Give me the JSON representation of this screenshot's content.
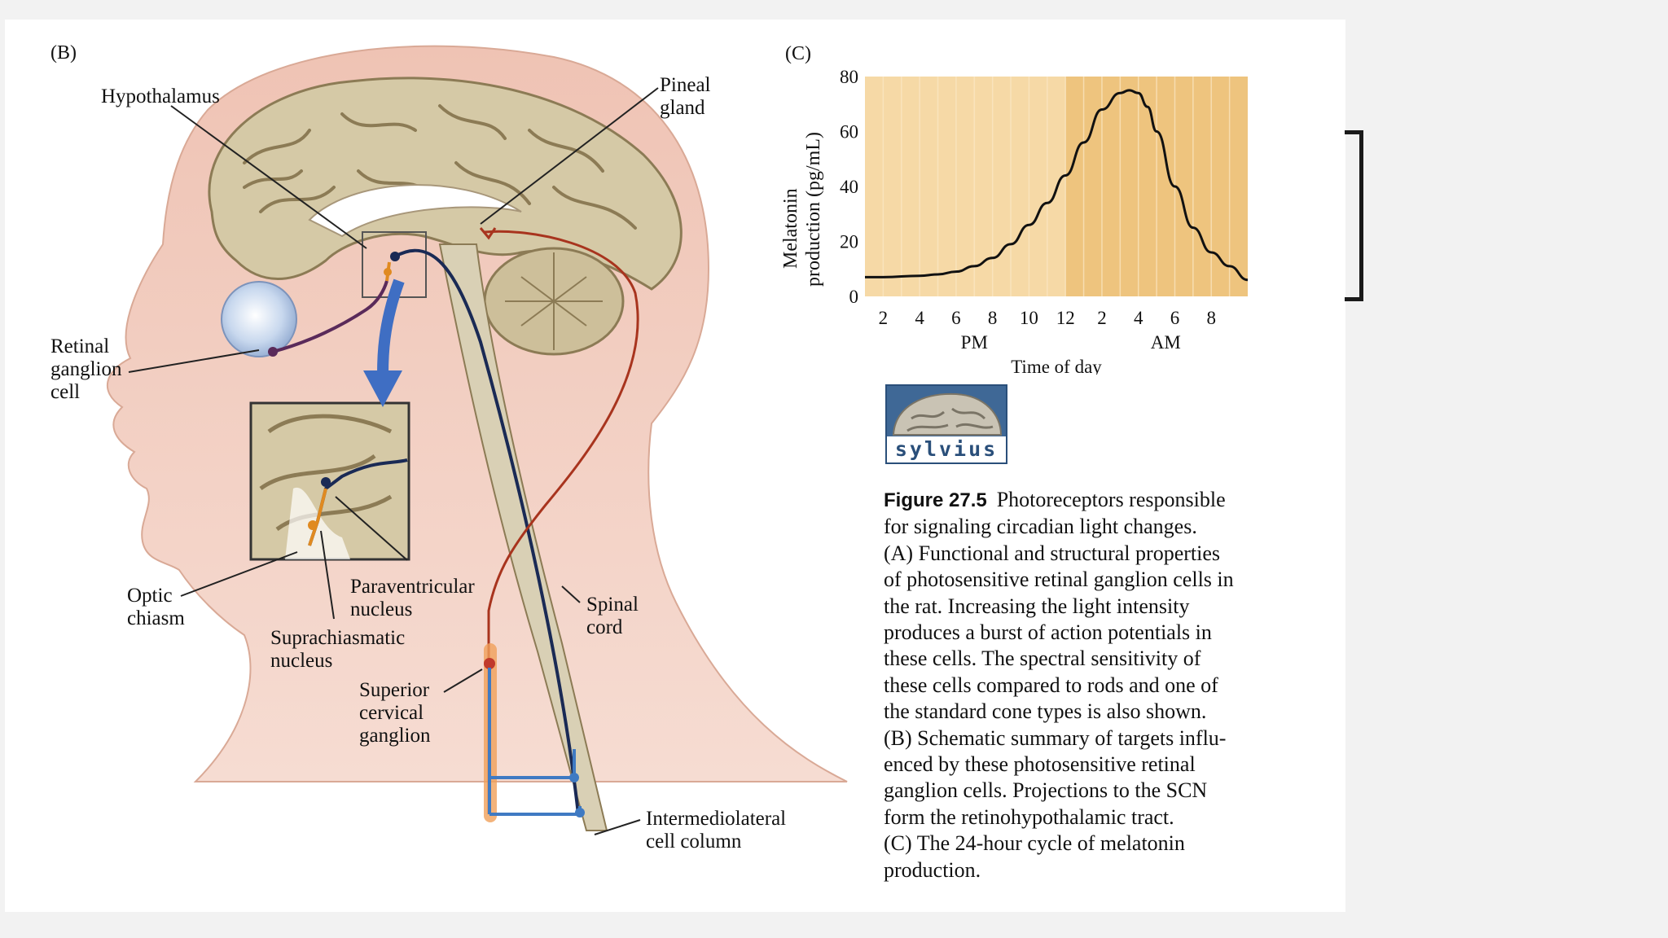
{
  "panels": {
    "b": "(B)",
    "c": "(C)"
  },
  "diagram": {
    "labels": {
      "hypothalamus": "Hypothalamus",
      "pineal_1": "Pineal",
      "pineal_2": "gland",
      "retinal_1": "Retinal",
      "retinal_2": "ganglion",
      "retinal_3": "cell",
      "optic_1": "Optic",
      "optic_2": "chiasm",
      "paraventricular_1": "Paraventricular",
      "paraventricular_2": "nucleus",
      "suprachiasmatic_1": "Suprachiasmatic",
      "suprachiasmatic_2": "nucleus",
      "superior_1": "Superior",
      "superior_2": "cervical",
      "superior_3": "ganglion",
      "spinal_1": "Spinal",
      "spinal_2": "cord",
      "intermedio_1": "Intermediolateral",
      "intermedio_2": "cell column"
    }
  },
  "chart_data": {
    "type": "line",
    "ylabel_line1": "Melatonin",
    "ylabel_line2": "production (pg/mL)",
    "xlabel": "Time of day",
    "yticks": [
      "0",
      "20",
      "40",
      "60",
      "80"
    ],
    "ylim": [
      0,
      80
    ],
    "xlim": [
      1,
      22
    ],
    "xticks": [
      {
        "x": 2,
        "label": "2"
      },
      {
        "x": 4,
        "label": "4"
      },
      {
        "x": 6,
        "label": "6"
      },
      {
        "x": 8,
        "label": "8"
      },
      {
        "x": 10,
        "label": "10"
      },
      {
        "x": 12,
        "label": "12"
      },
      {
        "x": 14,
        "label": "2"
      },
      {
        "x": 16,
        "label": "4"
      },
      {
        "x": 18,
        "label": "6"
      },
      {
        "x": 20,
        "label": "8"
      }
    ],
    "period_labels": [
      {
        "x": 7,
        "label": "PM"
      },
      {
        "x": 17.5,
        "label": "AM"
      }
    ],
    "dark_period_start": 12,
    "grid": true,
    "colors": {
      "light": "#f6d9a6",
      "dark": "#eec47e",
      "grid": "#fbe8c6",
      "line": "#111111"
    },
    "series": [
      {
        "x": [
          1,
          2,
          4,
          5,
          6,
          7,
          8,
          9,
          10,
          11,
          12,
          13,
          14,
          15,
          15.5,
          16,
          16.5,
          17,
          18,
          19,
          20,
          21,
          22
        ],
        "values": [
          7,
          7,
          7.5,
          8,
          9,
          11,
          14,
          19,
          26,
          34,
          44,
          56,
          68,
          74,
          75,
          74,
          69,
          60,
          40,
          25,
          16,
          11,
          6
        ]
      }
    ]
  },
  "logo": {
    "text": "sylvius"
  },
  "caption": {
    "fig_label": "Figure 27.5",
    "lines": [
      "Photoreceptors responsible",
      "for signaling circadian light changes.",
      "(A) Functional and structural properties",
      "of photosensitive retinal ganglion cells in",
      "the rat. Increasing the light intensity",
      "produces a burst of action potentials in",
      "these cells. The spectral sensitivity of",
      "these cells compared to rods and one of",
      "the standard cone types is also shown.",
      "(B) Schematic summary of targets influ-",
      "enced by these photosensitive retinal",
      "ganglion cells. Projections to the SCN",
      "form the retinohypothalamic tract.",
      "(C) The 24-hour cycle of melatonin",
      "production."
    ]
  }
}
